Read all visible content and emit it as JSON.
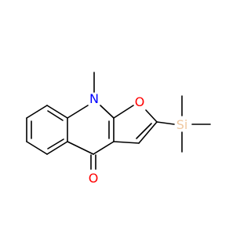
{
  "molecule": {
    "atoms": {
      "nitrogen": {
        "symbol": "N",
        "color": "#0000ff"
      },
      "oxygen_ring": {
        "symbol": "O",
        "color": "#ff0000"
      },
      "oxygen_carbonyl": {
        "symbol": "O",
        "color": "#ff0000"
      },
      "silicon": {
        "symbol": "Si",
        "color": "#f0c8a0"
      }
    }
  }
}
